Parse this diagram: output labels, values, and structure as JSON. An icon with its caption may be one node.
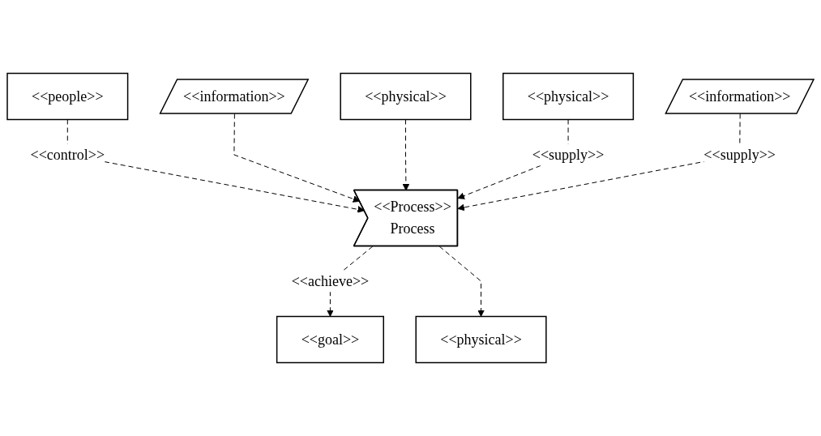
{
  "diagram": {
    "nodes": [
      {
        "text": [
          "<<people>>"
        ]
      },
      {
        "text": [
          "<<goal>>"
        ]
      },
      {
        "text": [
          "<<information>>"
        ]
      },
      {
        "text": [
          "<<physical>>"
        ]
      },
      {
        "text": [
          "<<Process>>",
          "Process"
        ]
      },
      {
        "text": [
          "<<physical>>"
        ]
      },
      {
        "text": [
          "<<physical>>"
        ]
      },
      {
        "text": [
          "<<information>>"
        ]
      }
    ],
    "edges": [
      {
        "from": 0,
        "to": 4,
        "arrow": "to",
        "label": "<<control>>",
        "style": "dashed"
      },
      {
        "from": 4,
        "to": 1,
        "arrow": "to",
        "label": "<<achieve>>",
        "style": "dashed"
      },
      {
        "from": 2,
        "to": 4,
        "arrow": "to",
        "style": "dashed"
      },
      {
        "from": 3,
        "to": 4,
        "arrow": "to",
        "style": "dashed"
      },
      {
        "from": 4,
        "to": 5,
        "arrow": "to",
        "style": "dashed"
      },
      {
        "from": 6,
        "to": 4,
        "arrow": "to",
        "label": "<<supply>>",
        "style": "dashed"
      },
      {
        "from": 7,
        "to": 4,
        "arrow": "to",
        "label": "<<supply>>",
        "style": "dashed"
      }
    ]
  }
}
